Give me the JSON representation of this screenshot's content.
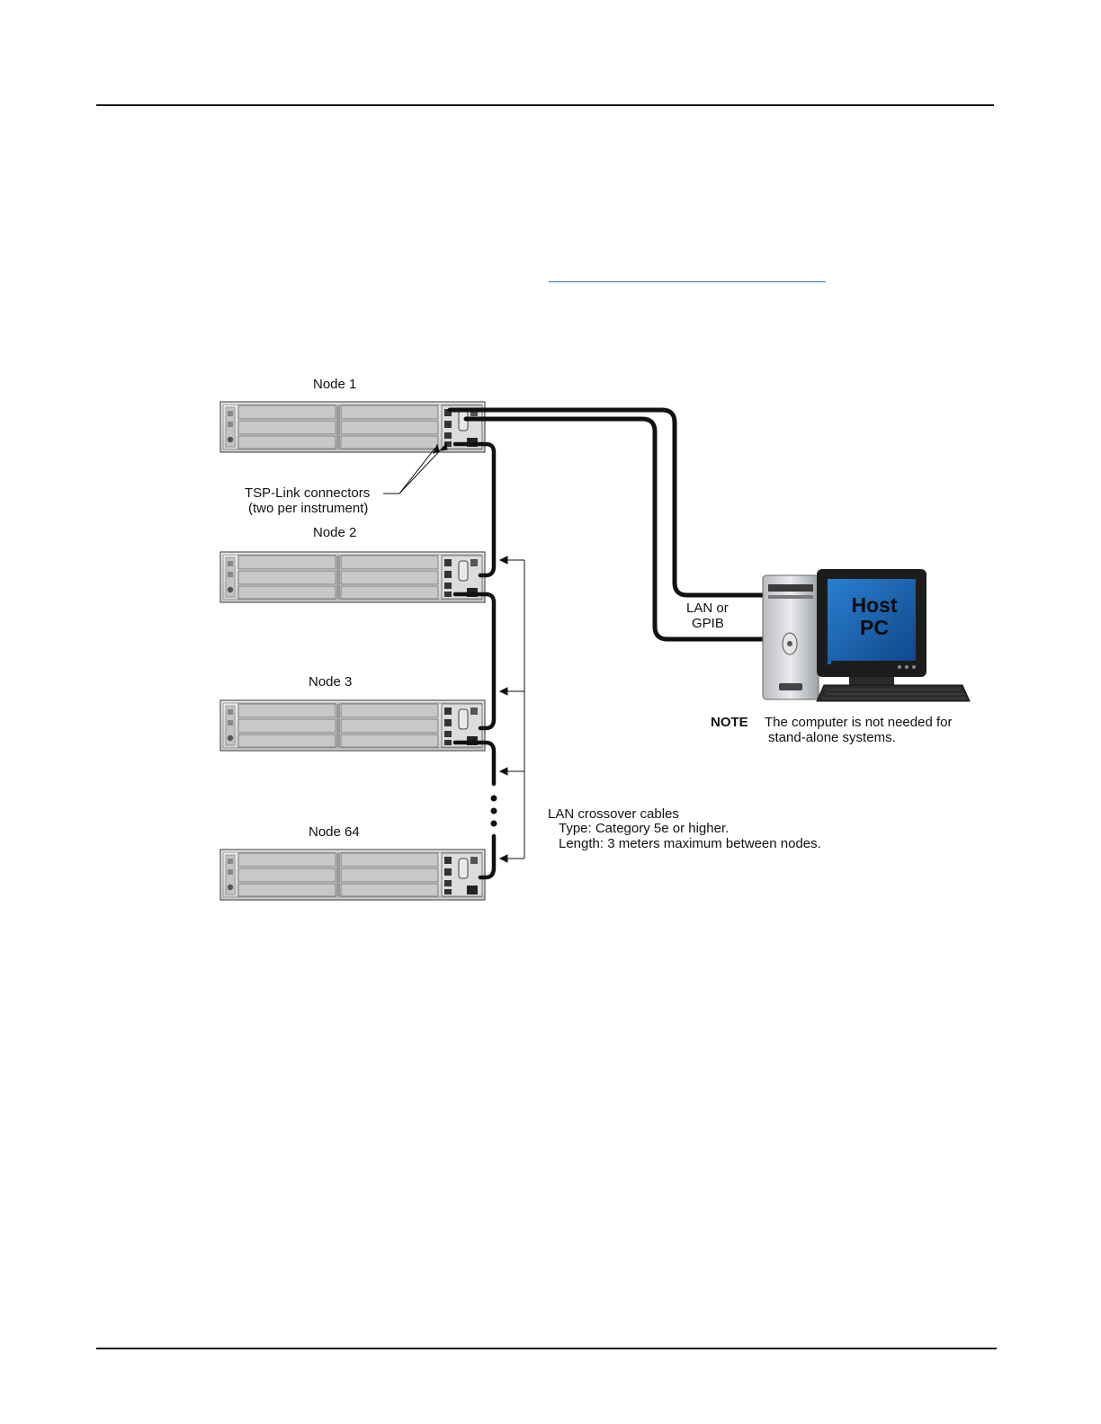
{
  "nodes": [
    {
      "label": "Node 1"
    },
    {
      "label": "Node 2"
    },
    {
      "label": "Node 3"
    },
    {
      "label": "Node 64"
    }
  ],
  "callouts": {
    "tsp_link_line1": "TSP-Link connectors",
    "tsp_link_line2": "(two per instrument)",
    "lan_gpib_line1": "LAN or",
    "lan_gpib_line2": "GPIB",
    "host_pc_line1": "Host",
    "host_pc_line2": "PC",
    "note_label": "NOTE",
    "note_line1": "The computer is not needed for",
    "note_line2": "stand-alone systems.",
    "cables_title": "LAN crossover cables",
    "cables_type": "Type: Category 5e or higher.",
    "cables_length": "Length: 3 meters maximum between nodes."
  },
  "colors": {
    "rule": "#1a1a1a",
    "link": "#3a6fb5",
    "instrument_body": "#d9d9d9",
    "screen": "#1b5fa8",
    "cable": "#111111"
  }
}
